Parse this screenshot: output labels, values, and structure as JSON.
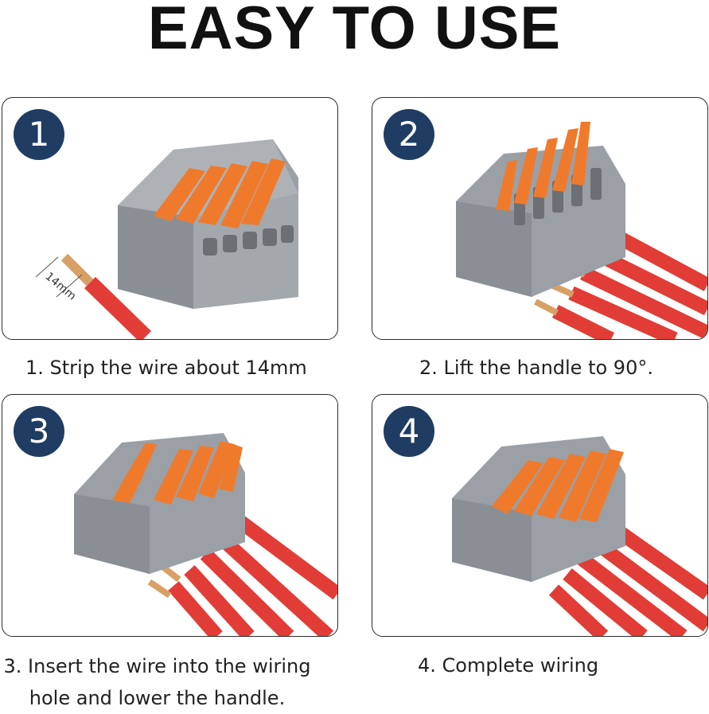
{
  "header": {
    "title": "EASY TO USE"
  },
  "steps": [
    {
      "number": "1",
      "caption": "1. Strip the wire about 14mm",
      "measure": "14mm"
    },
    {
      "number": "2",
      "caption": "2. Lift the handle to 90°."
    },
    {
      "number": "3",
      "caption_line1": "3. Insert the wire into the wiring",
      "caption_line2": "hole and lower the handle."
    },
    {
      "number": "4",
      "caption": "4. Complete wiring"
    }
  ],
  "colors": {
    "badge": "#1f3c63",
    "housing": "#8e9298",
    "lever": "#f07a2c",
    "wire": "#e23c36",
    "copper": "#d9a066"
  }
}
